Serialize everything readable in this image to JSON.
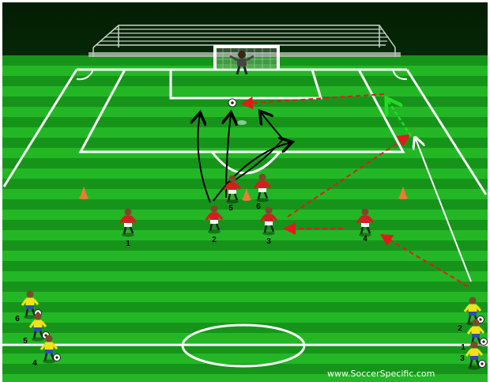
{
  "colors": {
    "pitch_dark": "#083d08",
    "pitch_mid": "#16941a",
    "pitch_light": "#23b726",
    "line": "#ffffff",
    "attacker_shirt": "#d21f1f",
    "feeder_shirt": "#f2e21a",
    "pass_arrow": "#e01b1b",
    "run_arrow": "#ffffff",
    "shot_arrow": "#000000",
    "highlight_arrow": "#22dd22",
    "cone": "#f07a33"
  },
  "icons": [
    "player-icon",
    "goalkeeper-icon",
    "ball-icon",
    "cone-icon",
    "goal-icon",
    "bleachers-icon"
  ],
  "attackers": [
    {
      "label": "1"
    },
    {
      "label": "2"
    },
    {
      "label": "3"
    },
    {
      "label": "4"
    },
    {
      "label": "5"
    },
    {
      "label": "6"
    }
  ],
  "feeders_left": [
    {
      "label": "6"
    },
    {
      "label": "5"
    },
    {
      "label": "4"
    }
  ],
  "feeders_right": [
    {
      "label": "2"
    },
    {
      "label": "1"
    },
    {
      "label": "3"
    }
  ],
  "credit": "www.SoccerSpecific.com"
}
